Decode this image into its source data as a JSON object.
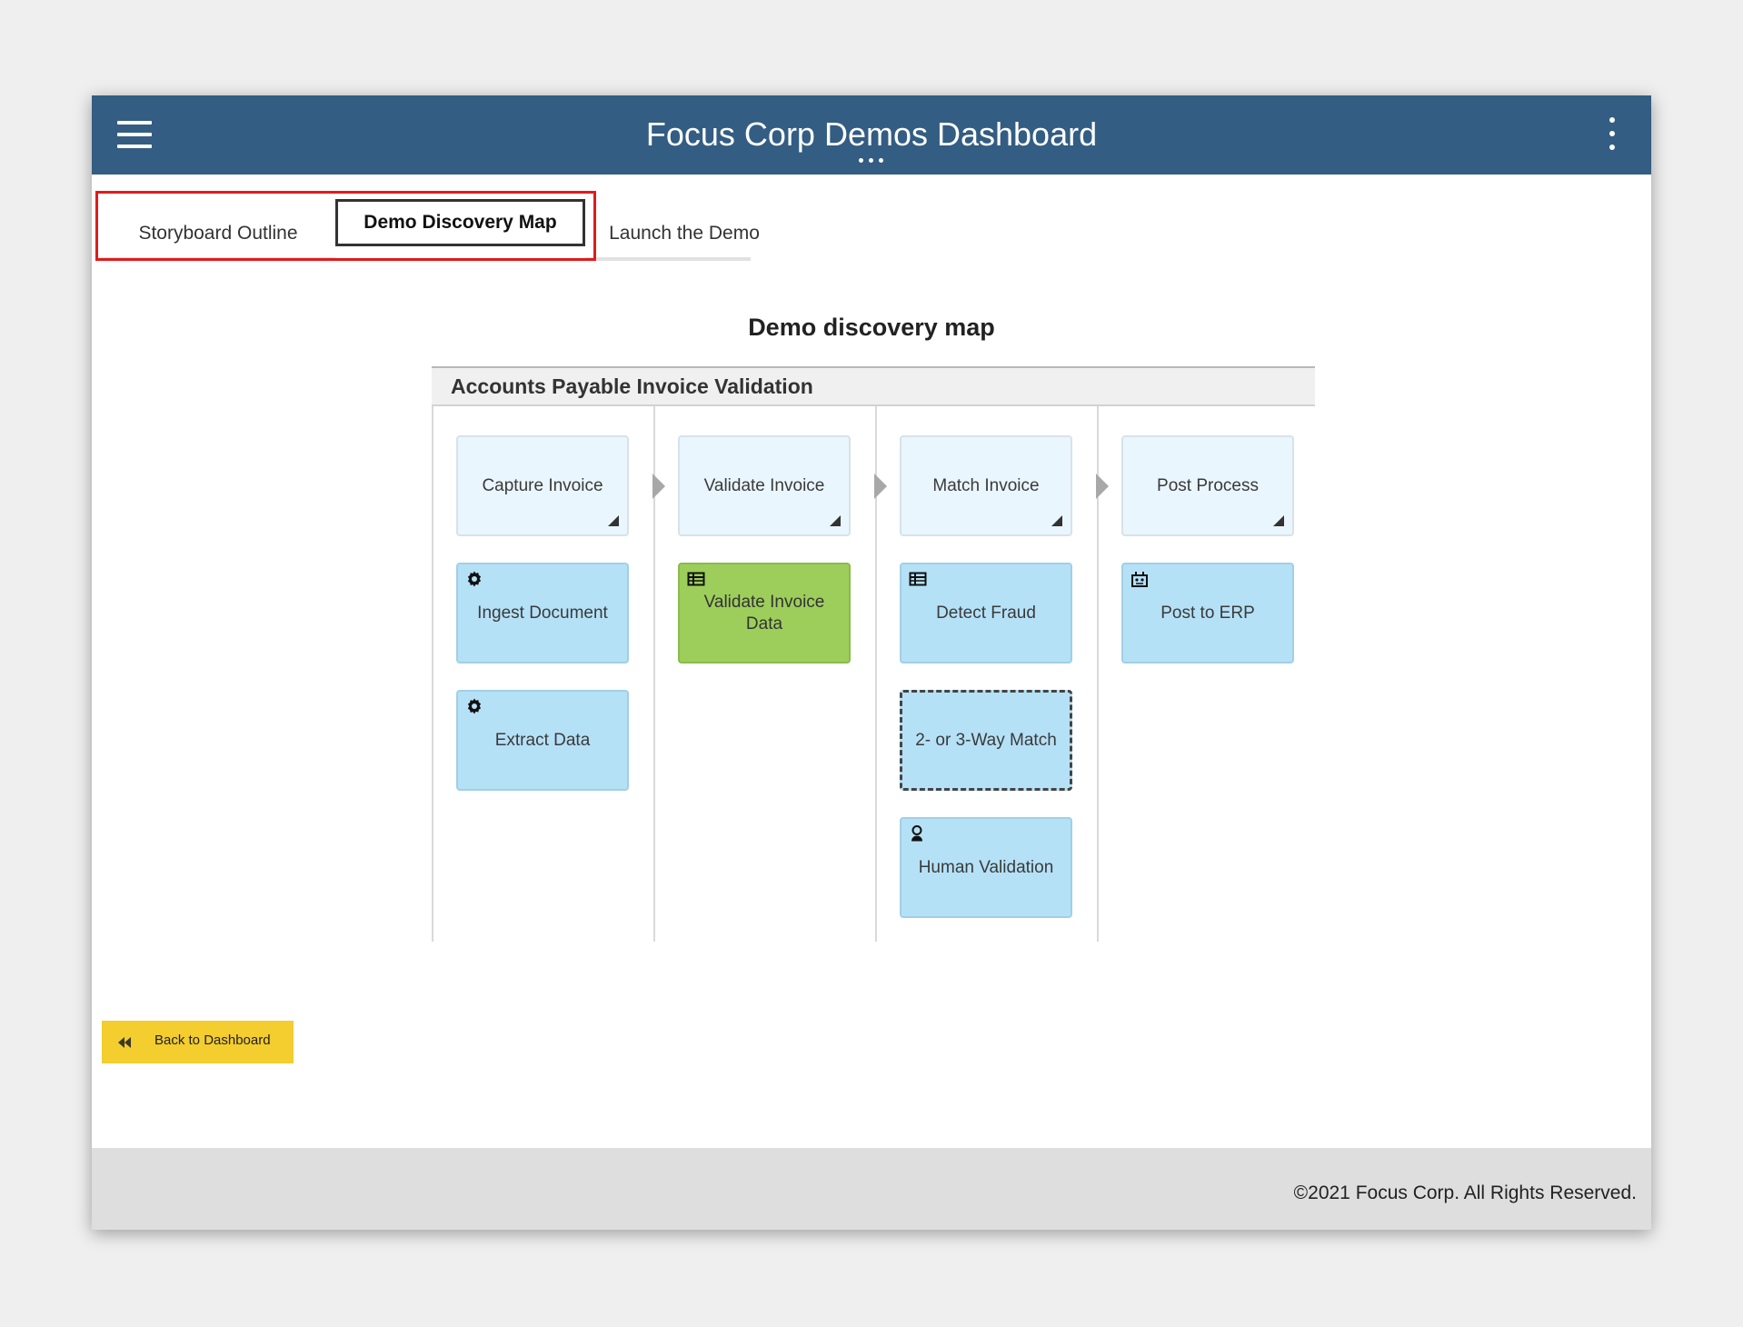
{
  "app": {
    "title": "Focus Corp Demos Dashboard"
  },
  "tabs": [
    {
      "label": "Storyboard Outline",
      "active": false
    },
    {
      "label": "Demo Discovery Map",
      "active": true
    },
    {
      "label": "Launch the Demo",
      "active": false
    }
  ],
  "map": {
    "heading": "Demo discovery map",
    "process_title": "Accounts Payable Invoice Validation",
    "stages": [
      {
        "label": "Capture Invoice",
        "tasks": [
          {
            "label": "Ingest Document",
            "icon": "gear-icon",
            "style": "task"
          },
          {
            "label": "Extract Data",
            "icon": "gear-icon",
            "style": "task"
          }
        ]
      },
      {
        "label": "Validate Invoice",
        "tasks": [
          {
            "label": "Validate Invoice Data",
            "icon": "table-icon",
            "style": "highlighted-green"
          }
        ]
      },
      {
        "label": "Match Invoice",
        "tasks": [
          {
            "label": "Detect Fraud",
            "icon": "table-icon",
            "style": "task"
          },
          {
            "label": "2- or 3-Way Match",
            "icon": "",
            "style": "dashed"
          },
          {
            "label": "Human Validation",
            "icon": "person-icon",
            "style": "task"
          }
        ]
      },
      {
        "label": "Post Process",
        "tasks": [
          {
            "label": "Post to ERP",
            "icon": "robot-icon",
            "style": "task"
          }
        ]
      }
    ]
  },
  "back_button": {
    "label": "Back to Dashboard",
    "icon": "double-chevron-left-icon"
  },
  "footer": {
    "copyright": "©2021 Focus Corp. All Rights Reserved."
  },
  "colors": {
    "appbar": "#335d82",
    "highlight_border": "#e01b1b",
    "stage_card": "#eaf6fd",
    "task_card": "#b5e1f7",
    "green_card": "#9dce5b",
    "back_button": "#f4cd2e"
  }
}
